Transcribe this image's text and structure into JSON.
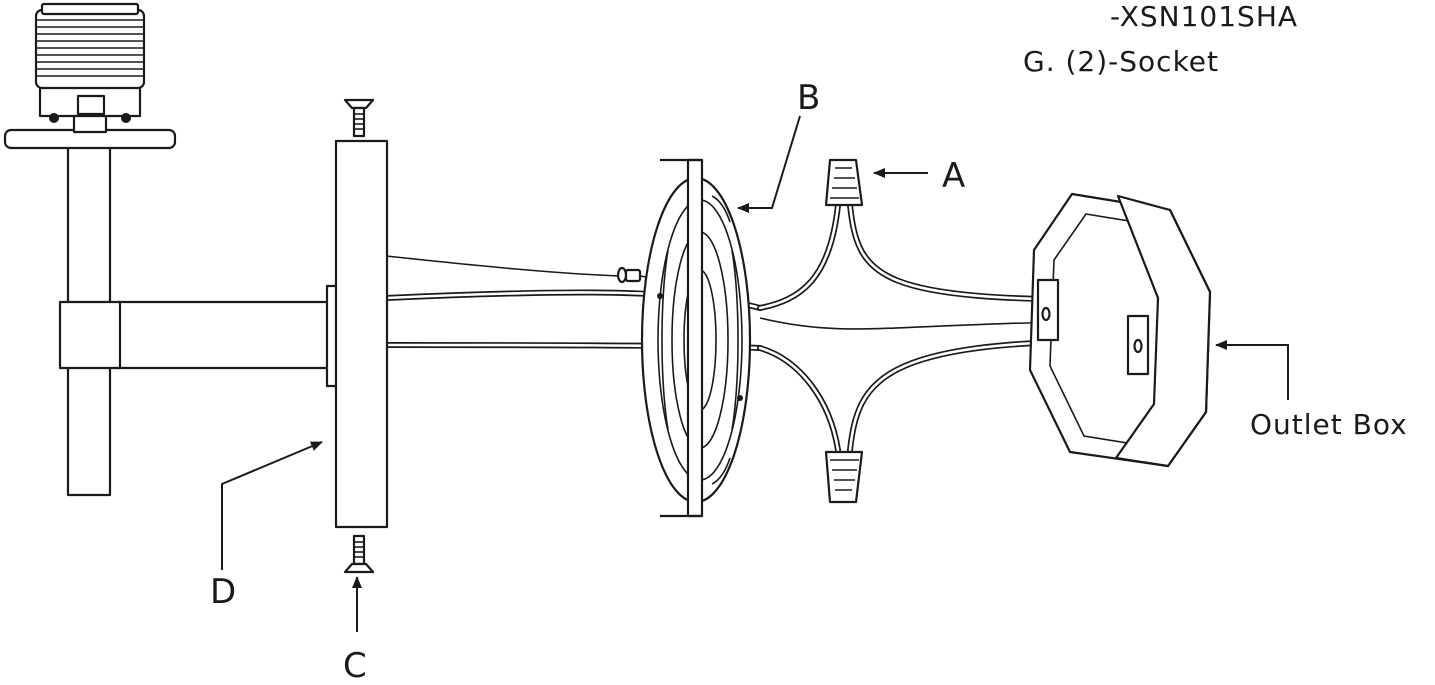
{
  "header": {
    "model_text": "-XSN101SHA",
    "socket_text": "G. (2)-Socket"
  },
  "labels": {
    "a": "A",
    "b": "B",
    "c": "C",
    "d": "D",
    "outlet_box": "Outlet Box"
  },
  "colors": {
    "ink": "#1a1a1a",
    "paper": "#ffffff"
  }
}
